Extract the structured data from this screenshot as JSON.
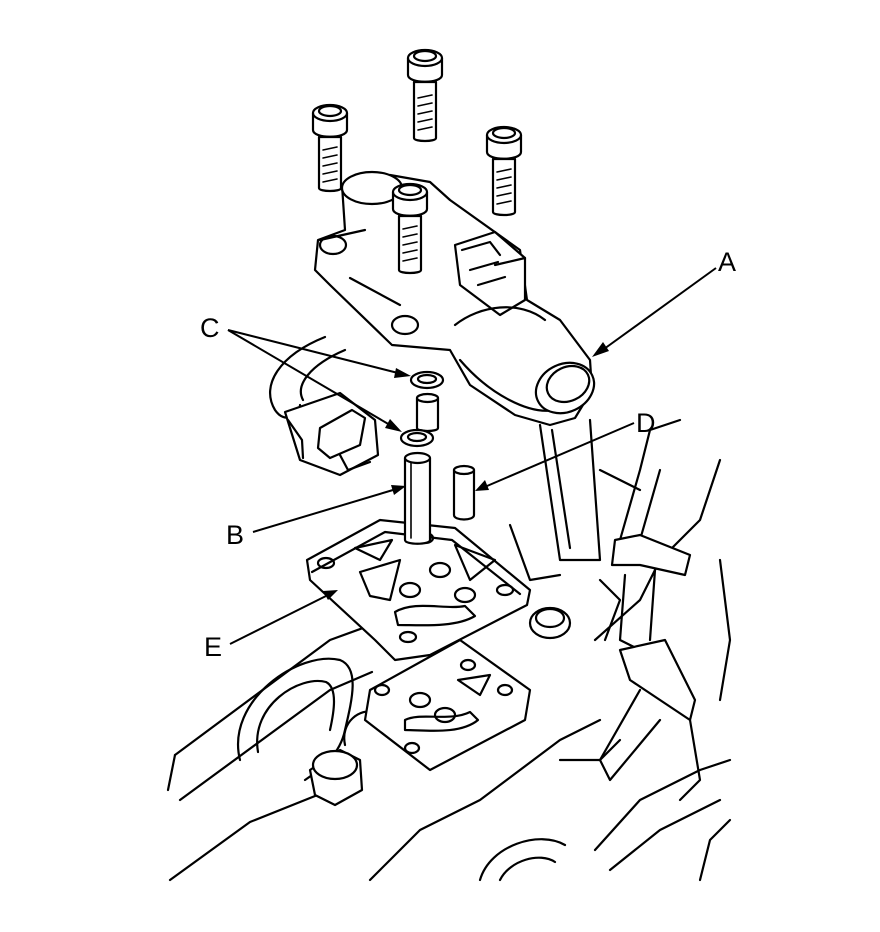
{
  "callouts": {
    "a": "A",
    "b": "B",
    "c": "C",
    "d": "D",
    "e": "E"
  },
  "colors": {
    "line": "#000000",
    "background": "#ffffff"
  }
}
